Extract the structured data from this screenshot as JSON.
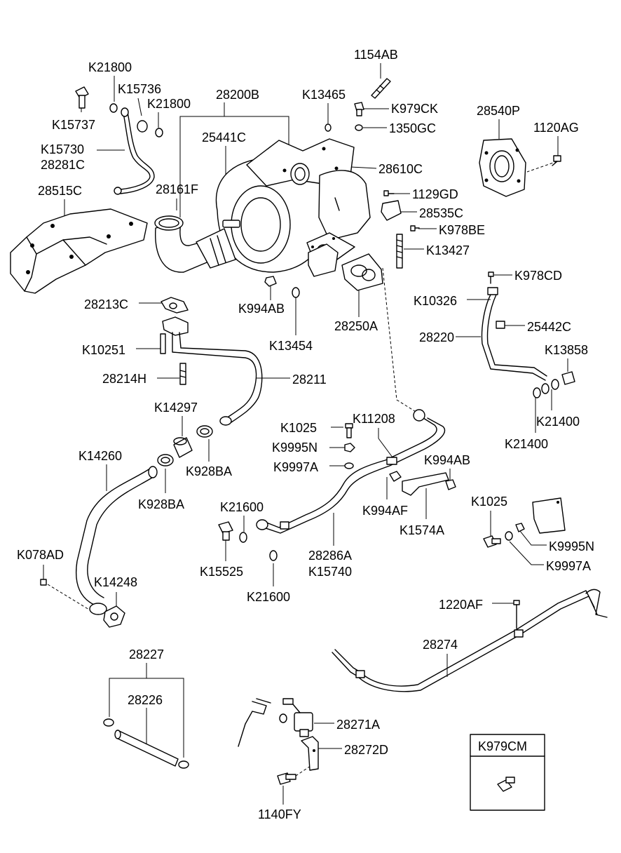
{
  "labels": {
    "p1154AB": "1154AB",
    "pK21800a": "K21800",
    "pK15736": "K15736",
    "p28200B": "28200B",
    "pK13465": "K13465",
    "pK979CK": "K979CK",
    "p28540P": "28540P",
    "p1120AG": "1120AG",
    "pK21800b": "K21800",
    "pK15737": "K15737",
    "p1350GC": "1350GC",
    "p25441C": "25441C",
    "pK15730": "K15730",
    "p28281C": "28281C",
    "p28610C": "28610C",
    "p28515C": "28515C",
    "p28161F": "28161F",
    "p1129GD": "1129GD",
    "p28535C": "28535C",
    "pK978BE": "K978BE",
    "pK13427": "K13427",
    "pK978CD": "K978CD",
    "p28213C": "28213C",
    "pK994ABa": "K994AB",
    "pK10326": "K10326",
    "p28250A": "28250A",
    "p25442C": "25442C",
    "p28220": "28220",
    "pK13454": "K13454",
    "pK13858": "K13858",
    "pK10251": "K10251",
    "p28214H": "28214H",
    "p28211": "28211",
    "pK14297": "K14297",
    "pK11208": "K11208",
    "pK21400a": "K21400",
    "pK1025a": "K1025",
    "pK21400b": "K21400",
    "pK9995Na": "K9995N",
    "pK14260": "K14260",
    "pK994ABb": "K994AB",
    "pK928BAa": "K928BA",
    "pK9997Aa": "K9997A",
    "pK994AF": "K994AF",
    "pK1025b": "K1025",
    "pK928BAb": "K928BA",
    "pK21600a": "K21600",
    "pK1574A": "K1574A",
    "pK078AD": "K078AD",
    "pK9995Nb": "K9995N",
    "p28286A": "28286A",
    "pK15525": "K15525",
    "pK9997Ab": "K9997A",
    "pK15740": "K15740",
    "pK14248": "K14248",
    "pK21600b": "K21600",
    "p1220AF": "1220AF",
    "p28274": "28274",
    "p28227": "28227",
    "p28226": "28226",
    "p28271A": "28271A",
    "pK979CM": "K979CM",
    "p28272D": "28272D",
    "p1140FY": "1140FY"
  }
}
